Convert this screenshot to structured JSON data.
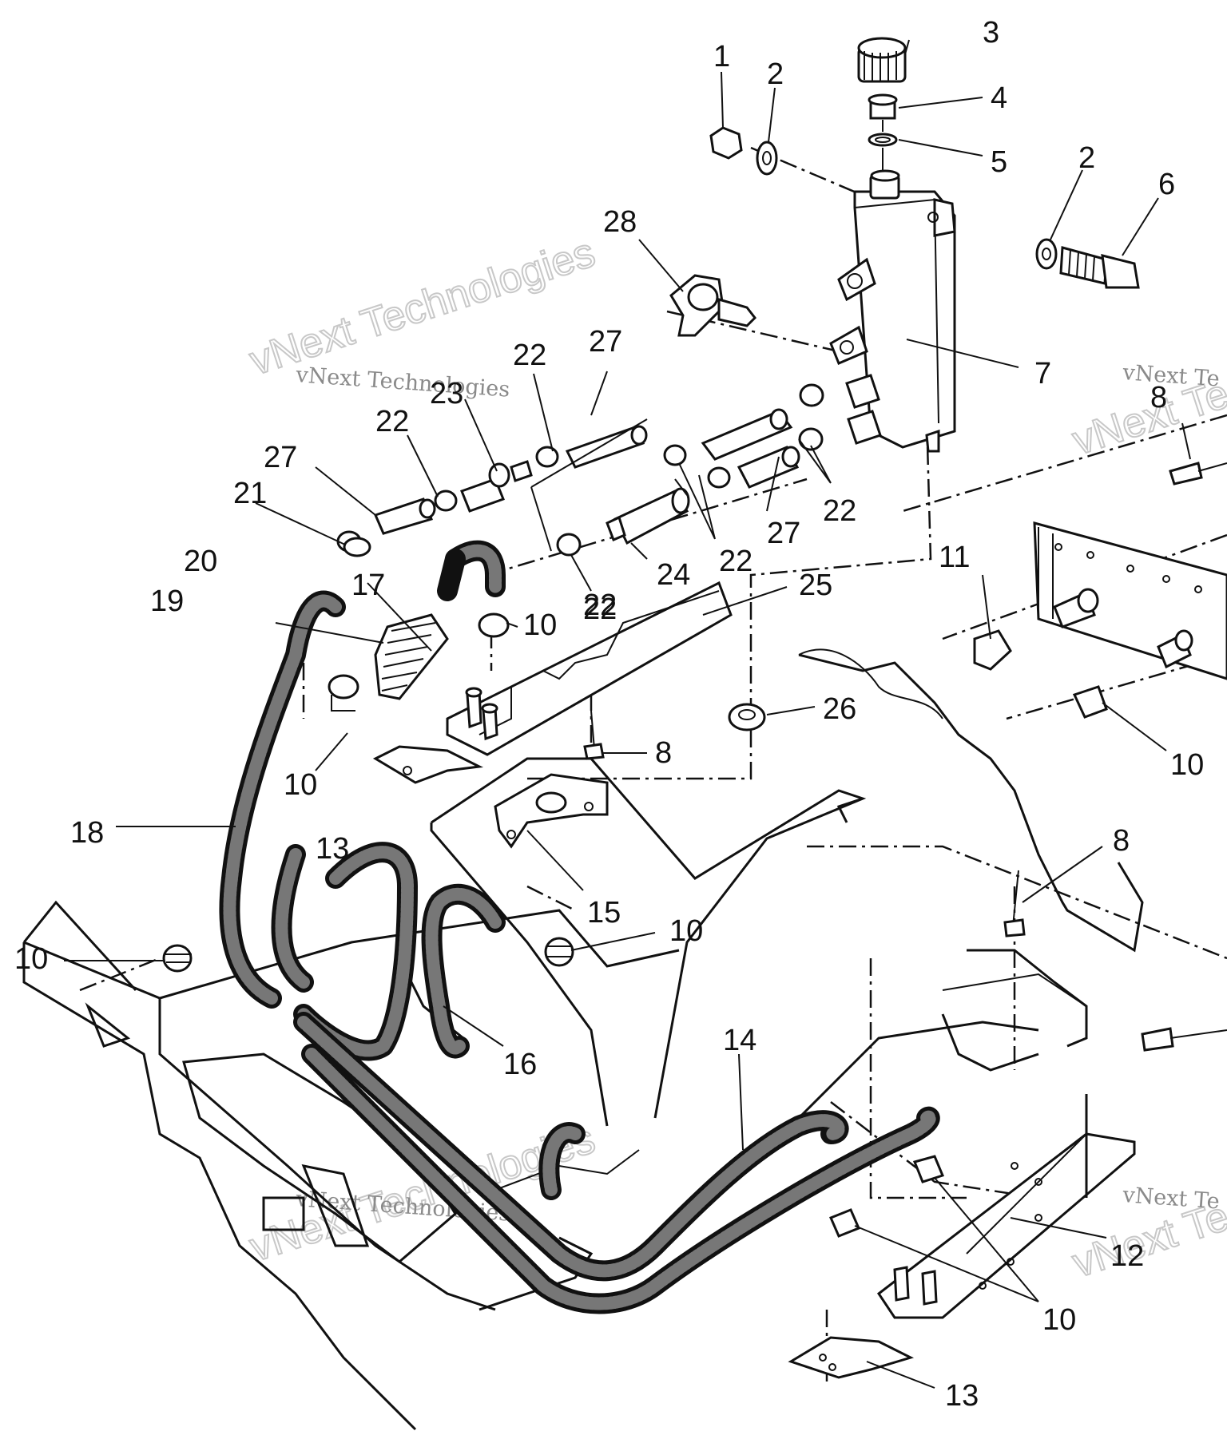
{
  "watermarks": [
    {
      "small": "vNext Technologies",
      "big": "vNext Technologies"
    },
    {
      "small": "vNext Technologies",
      "big": "vNext Technologies"
    },
    {
      "small": "vNext Te",
      "big": "vNext Techn"
    },
    {
      "small": "vNext Te",
      "big": "vNext Techn"
    }
  ],
  "callouts": [
    "1",
    "2",
    "3",
    "4",
    "5",
    "2",
    "6",
    "28",
    "7",
    "22",
    "27",
    "23",
    "22",
    "27",
    "21",
    "22",
    "27",
    "22",
    "22",
    "20",
    "17",
    "24",
    "25",
    "10",
    "19",
    "22",
    "11",
    "8",
    "10",
    "26",
    "10",
    "8",
    "18",
    "13",
    "15",
    "10",
    "16",
    "10",
    "8",
    "14",
    "12",
    "10",
    "13"
  ]
}
